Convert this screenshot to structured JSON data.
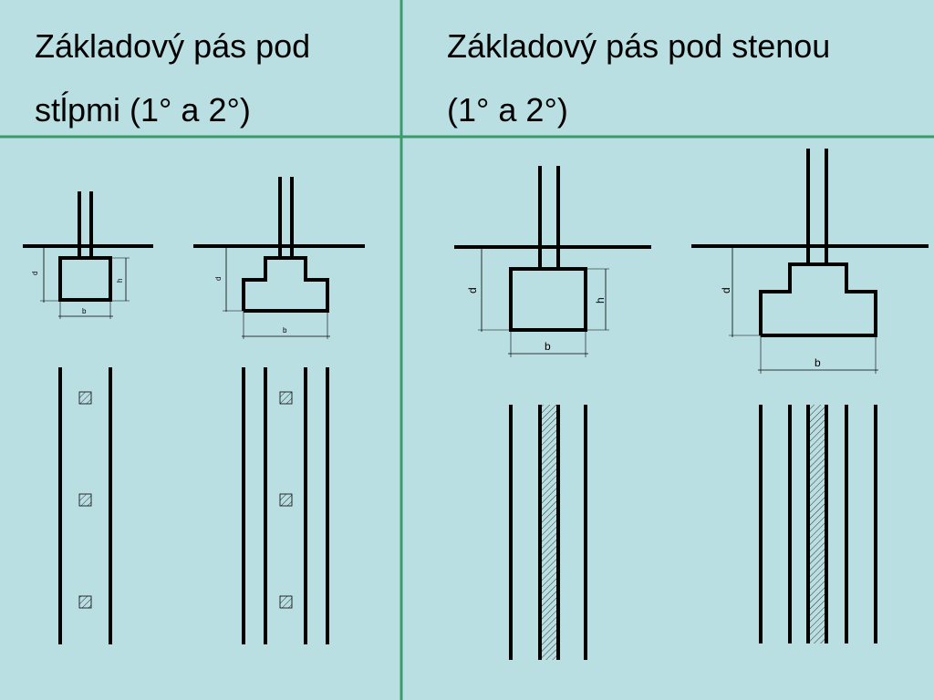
{
  "titles": {
    "left": {
      "line1": "Základový pás pod",
      "line2": "stĺpmi (1° a 2°)"
    },
    "right": {
      "line1": "Základový pás pod stenou",
      "line2": "(1° a 2°)"
    }
  },
  "dimension_labels": {
    "depth": "d",
    "height": "h",
    "width": "b"
  },
  "colors": {
    "background": "#b9dfe3",
    "divider": "#3a9a6a",
    "stroke": "#000000"
  }
}
